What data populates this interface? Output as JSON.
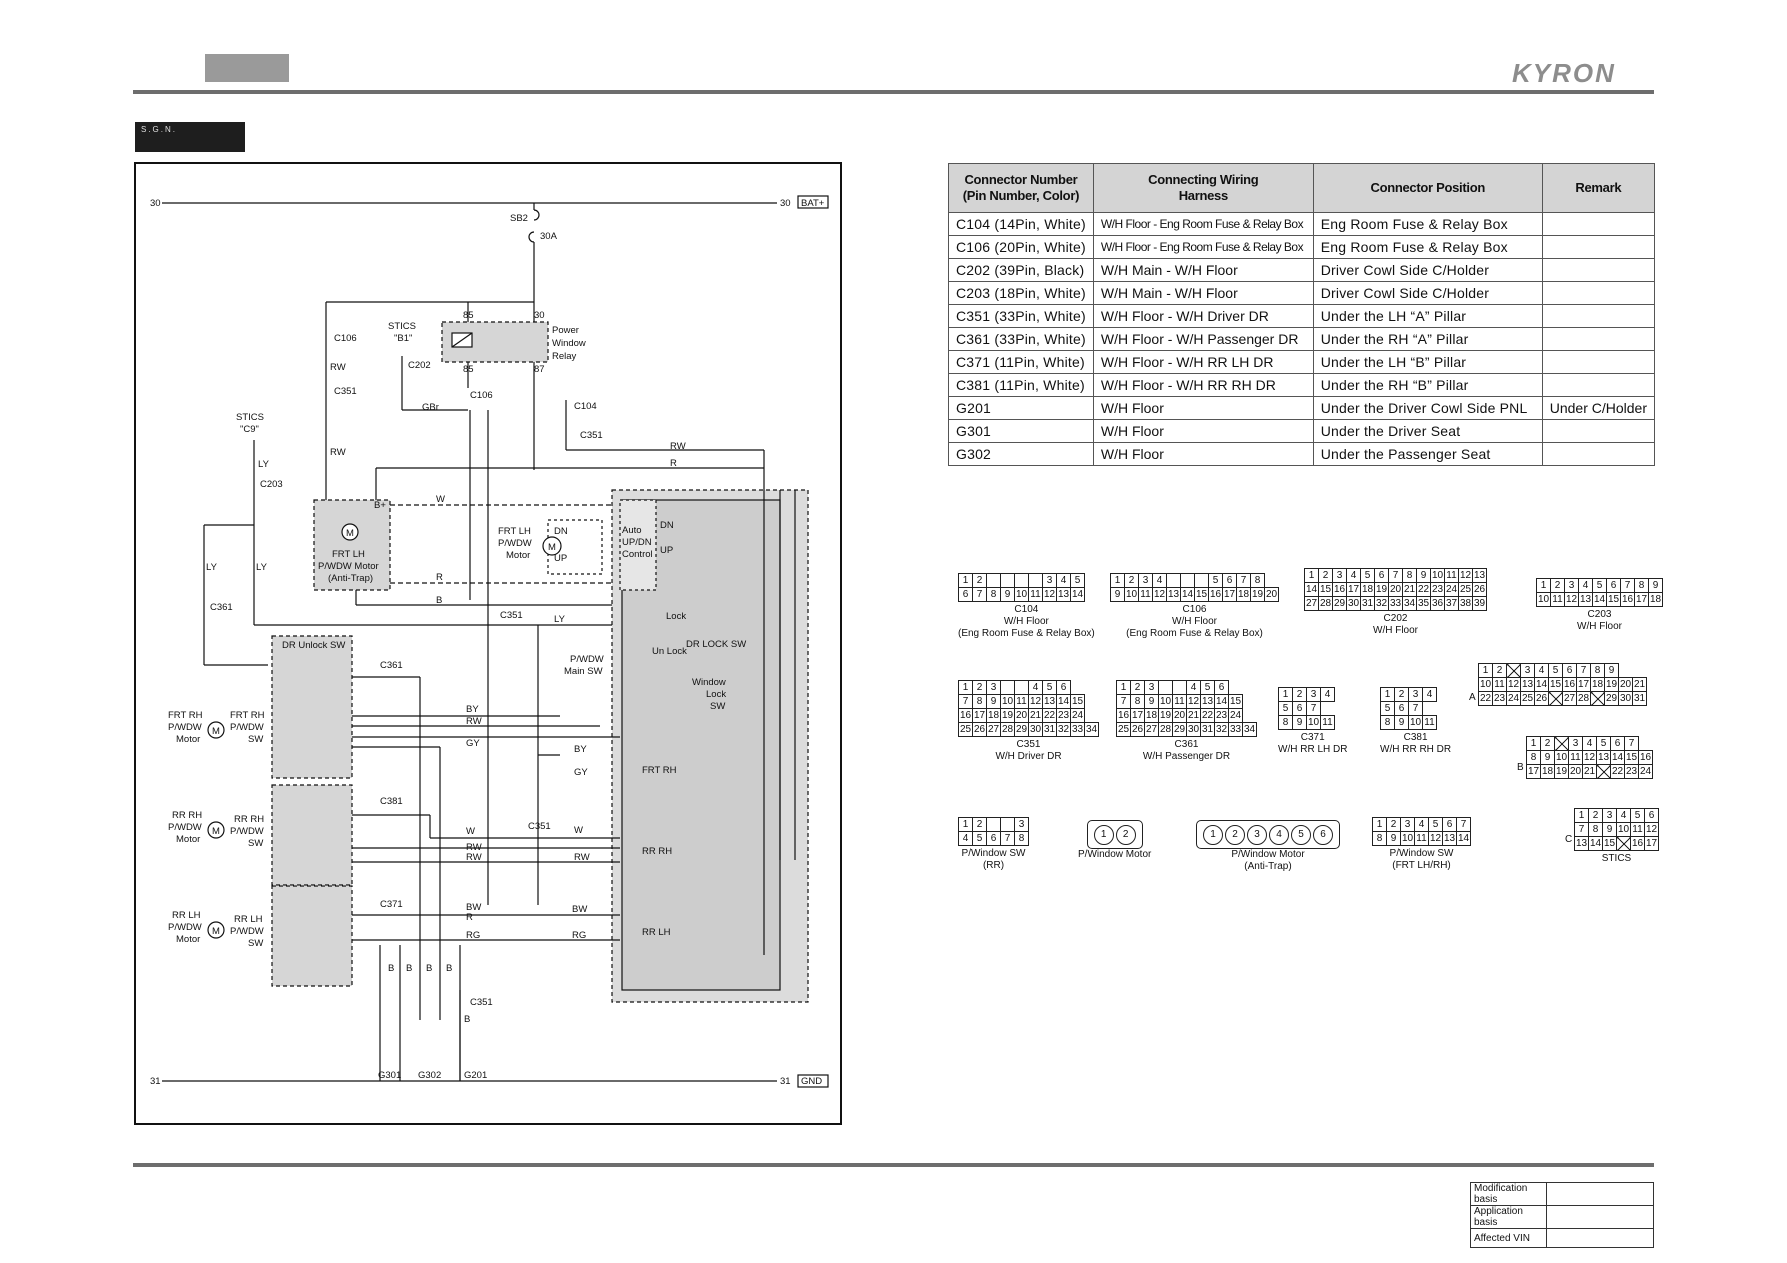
{
  "header": {
    "brand": "KYRON",
    "section_badge": "S.G.N."
  },
  "diagram": {
    "rails": {
      "top_left": "30",
      "top_right": "30",
      "top_tag": "BAT+",
      "bottom_left": "31",
      "bottom_right": "31",
      "bottom_tag": "GND"
    },
    "fuse": {
      "name": "SB2",
      "rating": "30A"
    },
    "relay": {
      "title_1": "Power",
      "title_2": "Window",
      "title_3": "Relay",
      "pin85a": "85",
      "pin30": "30",
      "pin85b": "85",
      "pin87": "87"
    },
    "stics_b1": {
      "title": "STICS",
      "pin": "\"B1\""
    },
    "stics_c9": {
      "title": "STICS",
      "pin": "\"C9\""
    },
    "labels": {
      "c106": "C106",
      "c106b": "C106",
      "c202": "C202",
      "c351": "C351",
      "c351b": "C351",
      "c351c": "C351",
      "c351d": "C351",
      "c104": "C104",
      "c203": "C203",
      "c361": "C361",
      "c361b": "C361",
      "c381": "C381",
      "c371": "C371",
      "g301": "G301",
      "g302": "G302",
      "g201": "G201",
      "rw": "RW",
      "ly": "LY",
      "gbr": "GBr",
      "w": "W",
      "r": "R",
      "b": "B",
      "by": "BY",
      "gy": "GY",
      "bw": "BW",
      "rg": "RG"
    },
    "frt_lh_motor": {
      "l1": "FRT LH",
      "l2": "P/WDW Motor",
      "l3": "(Anti-Trap)",
      "bplus": "B+"
    },
    "frt_lh_small": {
      "l1": "FRT LH",
      "l2": "P/WDW",
      "l3": "Motor",
      "dn": "DN",
      "up": "UP"
    },
    "auto_ctrl": {
      "l1": "Auto",
      "l2": "UP/DN",
      "l3": "Control",
      "dn": "DN",
      "up": "UP"
    },
    "main_sw": {
      "l1": "P/WDW",
      "l2": "Main SW",
      "lock": "Lock",
      "unlock": "Un Lock",
      "dr_lock": "DR LOCK SW",
      "wl1": "Window",
      "wl2": "Lock",
      "wl3": "SW",
      "frt_rh": "FRT RH",
      "rr_rh": "RR RH",
      "rr_lh": "RR LH",
      "up": "UP",
      "dn": "DN"
    },
    "dr_unlock": "DR Unlock SW",
    "frt_rh": {
      "m1": "FRT RH",
      "m2": "P/WDW",
      "m3": "Motor",
      "s1": "FRT RH",
      "s2": "P/WDW",
      "s3": "SW"
    },
    "rr_rh": {
      "m1": "RR RH",
      "m2": "P/WDW",
      "m3": "Motor",
      "s1": "RR RH",
      "s2": "P/WDW",
      "s3": "SW"
    },
    "rr_lh": {
      "m1": "RR LH",
      "m2": "P/WDW",
      "m3": "Motor",
      "s1": "RR LH",
      "s2": "P/WDW",
      "s3": "SW"
    }
  },
  "connector_table": {
    "headers": [
      "Connector Number (Pin Number, Color)",
      "Connecting Wiring Harness",
      "Connector Position",
      "Remark"
    ],
    "header_lines": [
      [
        "Connector Number",
        "(Pin Number, Color)"
      ],
      [
        "Connecting Wiring",
        "Harness"
      ],
      [
        "Connector Position"
      ],
      [
        "Remark"
      ]
    ],
    "rows": [
      [
        "C104 (14Pin, White)",
        "W/H Floor - Eng Room Fuse & Relay Box",
        "Eng Room Fuse & Relay Box",
        ""
      ],
      [
        "C106 (20Pin, White)",
        "W/H Floor - Eng Room Fuse & Relay Box",
        "Eng Room Fuse & Relay Box",
        ""
      ],
      [
        "C202 (39Pin, Black)",
        "W/H Main - W/H Floor",
        "Driver Cowl Side C/Holder",
        ""
      ],
      [
        "C203 (18Pin, White)",
        "W/H Main - W/H Floor",
        "Driver Cowl Side C/Holder",
        ""
      ],
      [
        "C351 (33Pin, White)",
        "W/H Floor - W/H Driver DR",
        "Under the LH “A” Pillar",
        ""
      ],
      [
        "C361 (33Pin, White)",
        "W/H Floor - W/H Passenger DR",
        "Under the RH “A” Pillar",
        ""
      ],
      [
        "C371 (11Pin, White)",
        "W/H Floor - W/H RR LH DR",
        "Under the LH “B” Pillar",
        ""
      ],
      [
        "C381 (11Pin, White)",
        "W/H Floor - W/H RR RH DR",
        "Under the RH “B” Pillar",
        ""
      ],
      [
        "G201",
        "W/H Floor",
        "Under the Driver Cowl Side PNL",
        "Under C/Holder"
      ],
      [
        "G301",
        "W/H Floor",
        "Under the Driver Seat",
        ""
      ],
      [
        "G302",
        "W/H Floor",
        "Under the Passenger Seat",
        ""
      ]
    ]
  },
  "connectors": {
    "c104": {
      "name": "C104",
      "harness": "W/H Floor",
      "note": "(Eng Room Fuse & Relay Box)"
    },
    "c106": {
      "name": "C106",
      "harness": "W/H Floor",
      "note": "(Eng Room Fuse & Relay Box)"
    },
    "c202": {
      "name": "C202",
      "harness": "W/H Floor"
    },
    "c203": {
      "name": "C203",
      "harness": "W/H Floor"
    },
    "c351": {
      "name": "C351",
      "harness": "W/H Driver DR"
    },
    "c361": {
      "name": "C361",
      "harness": "W/H Passenger DR"
    },
    "c371": {
      "name": "C371",
      "harness": "W/H RR LH DR"
    },
    "c381": {
      "name": "C381",
      "harness": "W/H RR RH DR"
    },
    "stics": {
      "name": "STICS",
      "a": "A",
      "b": "B",
      "c": "C"
    },
    "pwsw_rr": {
      "l1": "P/Window SW",
      "l2": "(RR)"
    },
    "pw_motor": {
      "l1": "P/Window Motor"
    },
    "pw_motor_at": {
      "l1": "P/Window Motor",
      "l2": "(Anti-Trap)"
    },
    "pwsw_frt": {
      "l1": "P/Window SW",
      "l2": "(FRT LH/RH)"
    }
  },
  "mod_table": {
    "rows": [
      "Modification basis",
      "Application basis",
      "Affected VIN"
    ]
  }
}
